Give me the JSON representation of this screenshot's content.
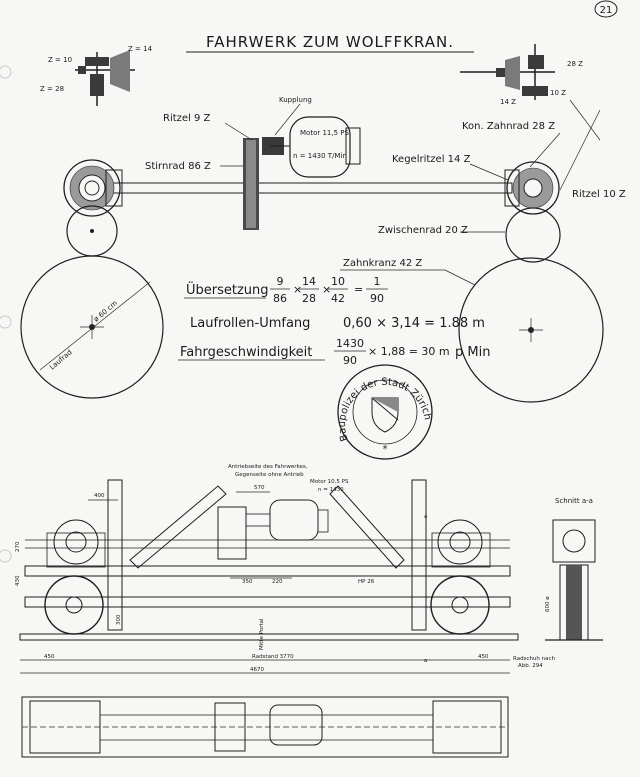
{
  "page_number": "21",
  "title": "FAHRWERK ZUM WOLFFKRAN.",
  "gear_labels": {
    "z10": "Z = 10",
    "z14_left": "Z = 14",
    "z28": "Z = 28",
    "r28": "28 Z",
    "r14": "14 Z",
    "r10": "10 Z"
  },
  "parts": {
    "kupplung": "Kupplung",
    "ritzel9": "Ritzel 9 Z",
    "stirnrad": "Stirnrad 86 Z",
    "motor_line1": "Motor 11,5 PS",
    "motor_line2": "n = 1430 T/Min",
    "kon_zahnrad": "Kon. Zahnrad 28 Z",
    "kegelritzel": "Kegelritzel 14 Z",
    "ritzel10": "Ritzel 10 Z",
    "zwischenrad": "Zwischenrad 20 Z",
    "zahnkranz": "Zahnkranz 42 Z",
    "laufrad": "Laufrad",
    "diameter": "ø 60 cm"
  },
  "formulas": {
    "ueb_label": "Übersetzung",
    "ueb_f1_num": "9",
    "ueb_f1_den": "86",
    "ueb_f2_num": "14",
    "ueb_f2_den": "28",
    "ueb_f3_num": "10",
    "ueb_f3_den": "42",
    "ueb_res_num": "1",
    "ueb_res_den": "90",
    "times": "×",
    "equals": "=",
    "umfang_label": "Laufrollen-Umfang",
    "umfang_value": "0,60 × 3,14 = 1.88 m",
    "fahr_label": "Fahrgeschwindigkeit",
    "fahr_num": "1430",
    "fahr_den": "90",
    "fahr_rest": "× 1,88 = 30 m",
    "fahr_unit": "p Min"
  },
  "stamp": {
    "ring_text": "Baupolizei der Stadt Zürich",
    "star": "*"
  },
  "drawing": {
    "note_antrieb_1": "Antriebseite des Fahrwerkes,",
    "note_antrieb_2": "Gegenseite ohne Antrieb",
    "motor_note_1": "Motor 10,5 PS",
    "motor_note_2": "n = 1430",
    "schnitt": "Schnitt a-a",
    "dim_400": "400",
    "dim_570": "570",
    "dim_350": "350",
    "dim_220": "220",
    "dim_450_left": "450",
    "dim_450_right": "450",
    "radstand": "Radstand 3770",
    "dim_4670": "4670",
    "hp26": "HP 26",
    "mitte_portal": "Mitte Portal",
    "dim_270": "270",
    "dim_430": "430",
    "dim_300": "300",
    "dim_600": "600 ø",
    "radschuh_1": "Radschuh nach",
    "radschuh_2": "Abb. 294",
    "sec_a_left": "a",
    "sec_a_right": "a"
  }
}
